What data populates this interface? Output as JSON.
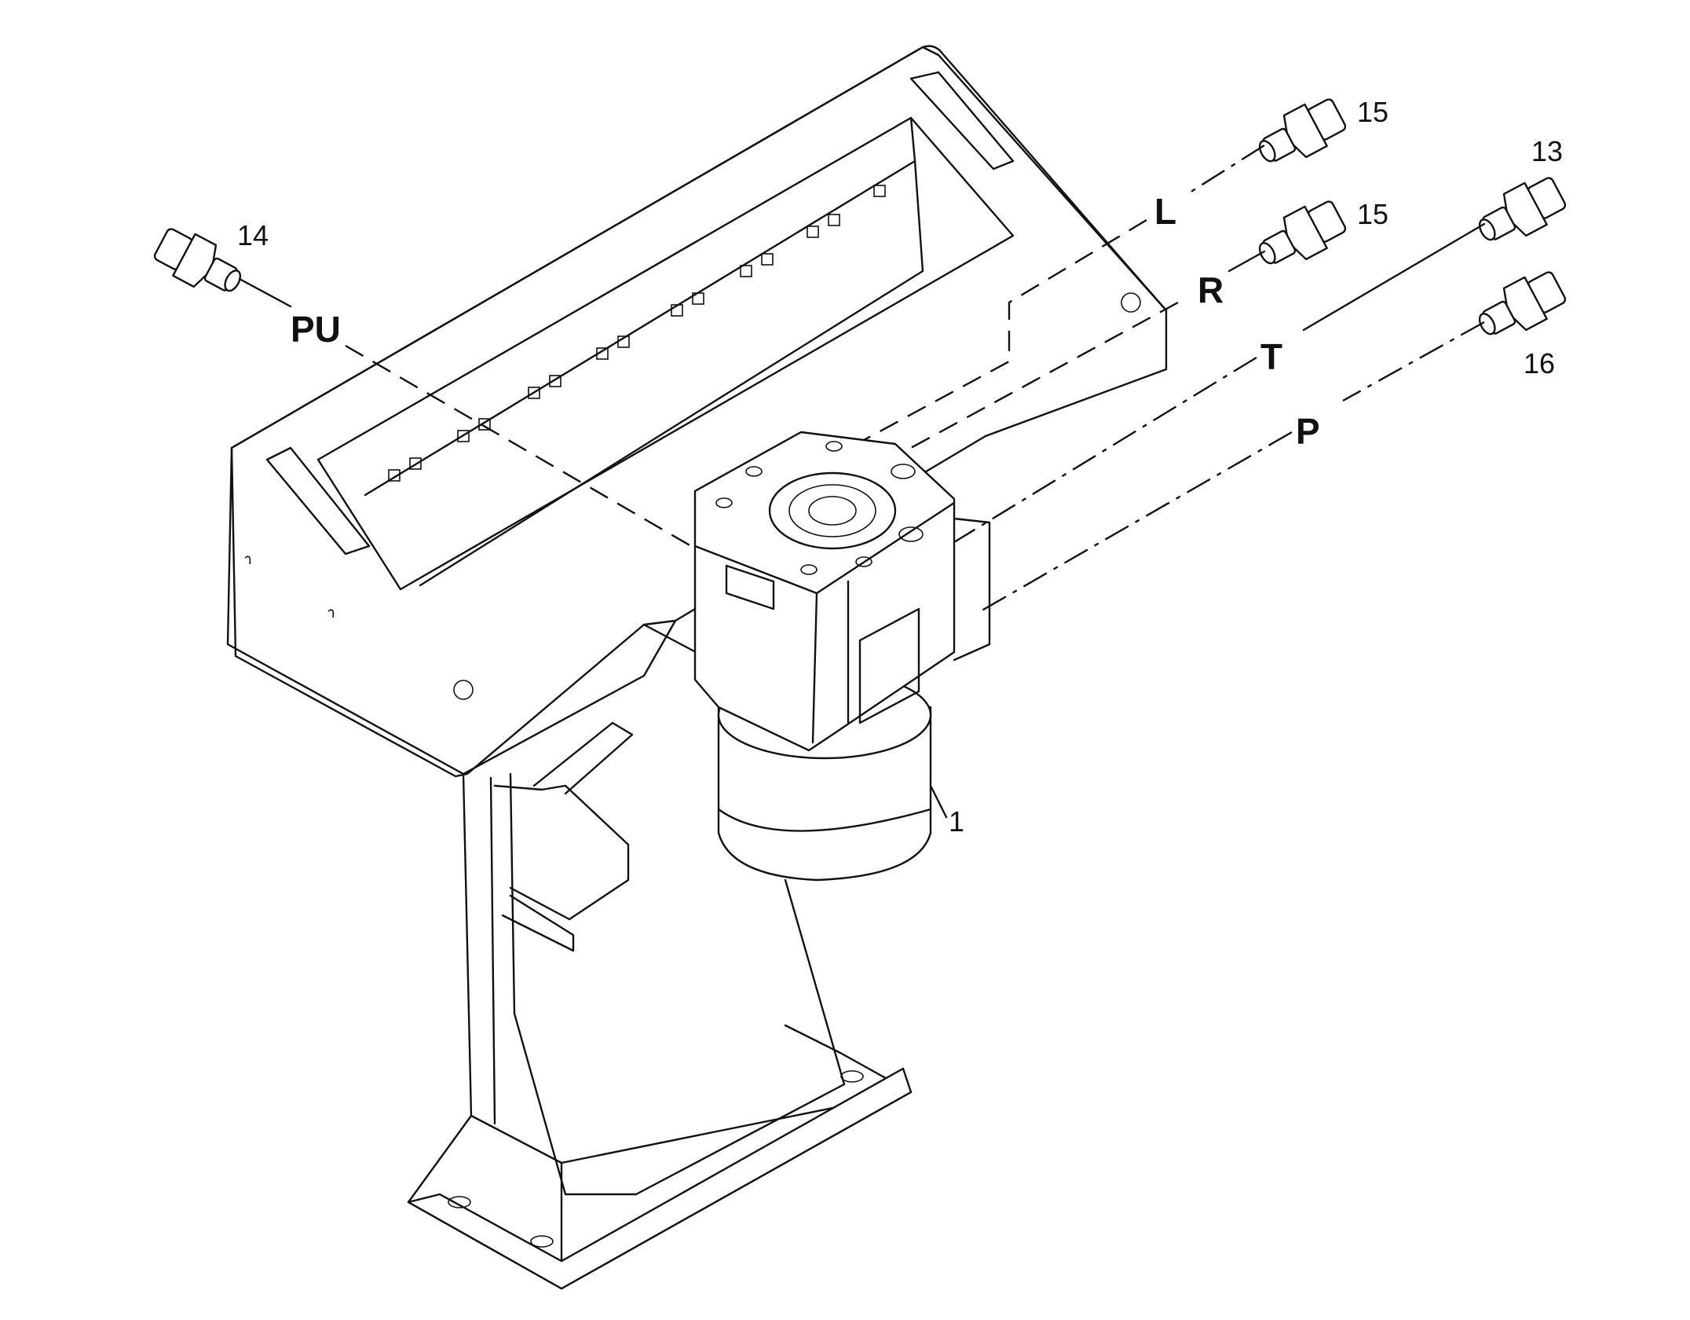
{
  "ports": {
    "pu": "PU",
    "l": "L",
    "r": "R",
    "t": "T",
    "p": "P"
  },
  "part_numbers": {
    "fitting_14": "14",
    "fitting_15_top": "15",
    "fitting_15_mid": "15",
    "fitting_13": "13",
    "fitting_16": "16",
    "steering_unit_1": "1"
  }
}
